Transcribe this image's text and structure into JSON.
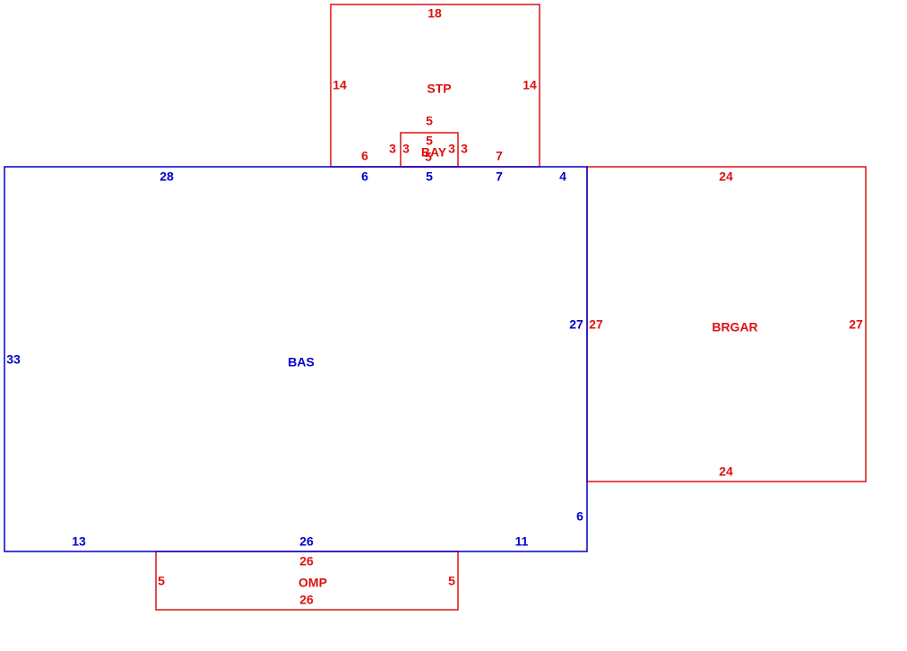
{
  "colors": {
    "main_line": "#0000cc",
    "addition_line": "#dd1111"
  },
  "areas": {
    "bas": {
      "label": "BAS",
      "dims": {
        "top_left": "28",
        "top_a": "6",
        "top_b": "5",
        "top_c": "7",
        "top_right": "4",
        "right_upper": "27",
        "right_lower": "6",
        "left": "33",
        "bottom_left": "13",
        "bottom_mid": "26",
        "bottom_right": "11"
      }
    },
    "stp": {
      "label": "STP",
      "dims": {
        "top": "18",
        "left": "14",
        "right": "14",
        "bottom_left": "6",
        "bottom_right": "7"
      }
    },
    "bay": {
      "label": "BAY",
      "dims": {
        "top_outer": "5",
        "top_inner": "5",
        "inner_mid": "5",
        "left_outer": "3",
        "left_inner": "3",
        "right_inner": "3",
        "right_outer": "3"
      }
    },
    "brgar": {
      "label": "BRGAR",
      "dims": {
        "top": "24",
        "bottom": "24",
        "left": "27",
        "right": "27"
      }
    },
    "omp": {
      "label": "OMP",
      "dims": {
        "top": "26",
        "bottom": "26",
        "left": "5",
        "right": "5"
      }
    }
  }
}
